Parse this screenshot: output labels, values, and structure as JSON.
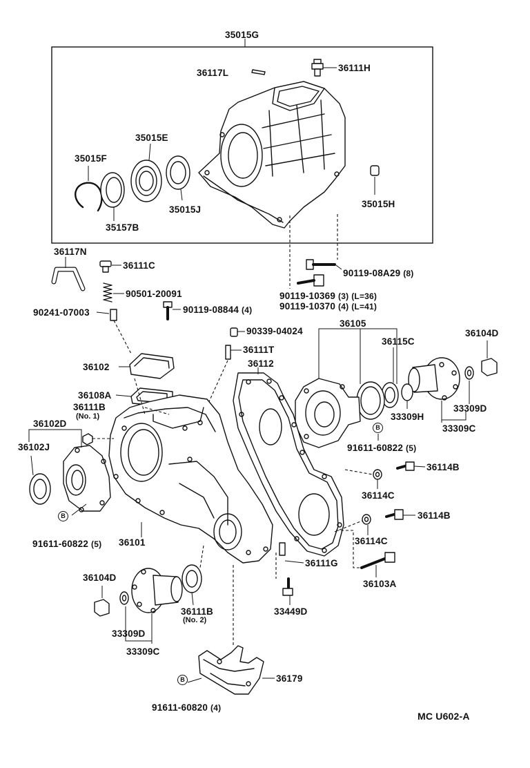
{
  "labels": {
    "35015G": "35015G",
    "36117L": "36117L",
    "36111H": "36111H",
    "35015E": "35015E",
    "35015F": "35015F",
    "35015J": "35015J",
    "35157B": "35157B",
    "35015H": "35015H",
    "36117N": "36117N",
    "36111C": "36111C",
    "90501_20091": "90501-20091",
    "90241_07003": "90241-07003",
    "90119_08844": "90119-08844",
    "90119_08844_qty": "(4)",
    "90119_08A29": "90119-08A29",
    "90119_08A29_qty": "(8)",
    "90119_10369": "90119-10369",
    "90119_10369_qty": "(3)",
    "90119_10369_note": "(L=36)",
    "90119_10370": "90119-10370",
    "90119_10370_qty": "(4)",
    "90119_10370_note": "(L=41)",
    "90339_04024": "90339-04024",
    "36111T": "36111T",
    "36105": "36105",
    "36115C": "36115C",
    "36104D_top": "36104D",
    "36102": "36102",
    "36112": "36112",
    "36108A": "36108A",
    "36111B_no1": "36111B",
    "36111B_no1_sub": "(No. 1)",
    "33309H": "33309H",
    "33309D_top": "33309D",
    "33309C_top": "33309C",
    "36102D": "36102D",
    "36102J": "36102J",
    "91611_60822_right": "91611-60822",
    "91611_60822_right_qty": "(5)",
    "36114B_top": "36114B",
    "36114C_top": "36114C",
    "36114B_bottom": "36114B",
    "36114C_bottom": "36114C",
    "91611_60822_left": "91611-60822",
    "91611_60822_left_qty": "(5)",
    "36101": "36101",
    "36111G": "36111G",
    "36103A": "36103A",
    "36104D_bottom": "36104D",
    "36111B_no2": "36111B",
    "36111B_no2_sub": "(No. 2)",
    "33449D": "33449D",
    "33309D_bottom": "33309D",
    "33309C_bottom": "33309C",
    "36179": "36179",
    "91611_60820": "91611-60820",
    "91611_60820_qty": "(4)",
    "badge_letter": "B",
    "figure_code": "MC  U602-A"
  },
  "icons": [
    "bolt-icon",
    "bearing-icon",
    "oil-seal-icon",
    "snap-ring-icon",
    "flange-icon",
    "case-icon",
    "cover-icon",
    "gasket-icon",
    "nut-icon",
    "washer-icon",
    "dowel-pin-icon",
    "plug-icon",
    "protector-icon"
  ]
}
